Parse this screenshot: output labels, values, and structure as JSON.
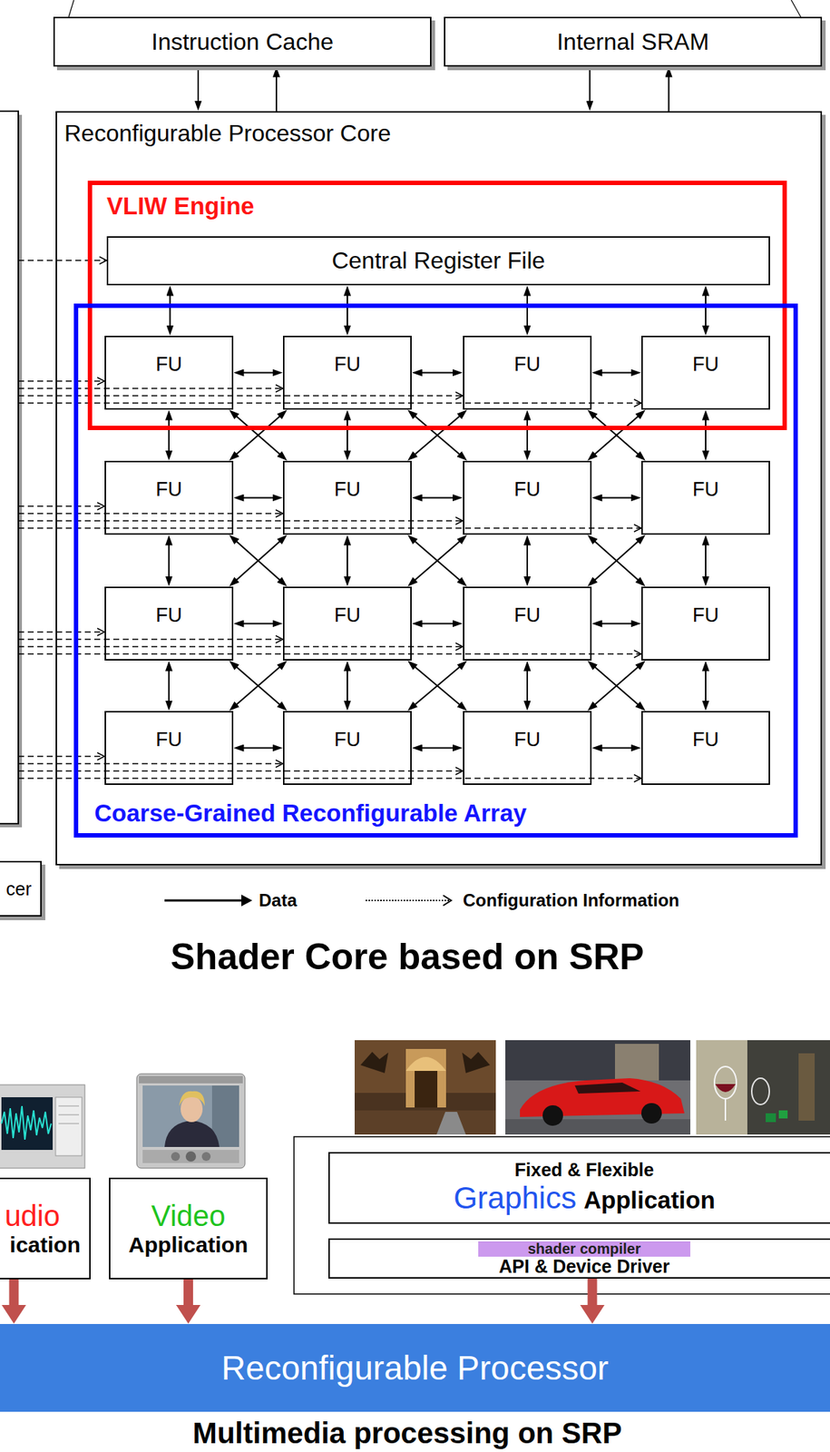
{
  "diagram": {
    "title": "Shader Core based on SRP",
    "caption": "Multimedia processing on SRP",
    "nodes": [
      {
        "text": [
          "Instruction Cache"
        ]
      },
      {
        "text": [
          "Internal SRAM"
        ]
      },
      {
        "text": [
          "Reconfigurable Processor Core"
        ]
      },
      {
        "text": [
          "VLIW Engine"
        ],
        "in": 2
      },
      {
        "text": [
          "Central Register File"
        ],
        "in": 3
      },
      {
        "text": [
          "Coarse-Grained Reconfigurable Array"
        ],
        "in": 2
      },
      {
        "text": [
          "FU"
        ],
        "in": 5
      },
      {
        "text": [
          "FU"
        ],
        "in": 5
      },
      {
        "text": [
          "FU"
        ],
        "in": 5
      },
      {
        "text": [
          "FU"
        ],
        "in": 5
      },
      {
        "text": [
          "FU"
        ],
        "in": 5
      },
      {
        "text": [
          "FU"
        ],
        "in": 5
      },
      {
        "text": [
          "FU"
        ],
        "in": 5
      },
      {
        "text": [
          "FU"
        ],
        "in": 5
      },
      {
        "text": [
          "FU"
        ],
        "in": 5
      },
      {
        "text": [
          "FU"
        ],
        "in": 5
      },
      {
        "text": [
          "FU"
        ],
        "in": 5
      },
      {
        "text": [
          "FU"
        ],
        "in": 5
      },
      {
        "text": [
          "FU"
        ],
        "in": 5
      },
      {
        "text": [
          "FU"
        ],
        "in": 5
      },
      {
        "text": [
          "FU"
        ],
        "in": 5
      },
      {
        "text": [
          "FU"
        ],
        "in": 5
      },
      {
        "text": [
          "cer"
        ]
      },
      {
        "text": [
          "udio",
          "ication"
        ]
      },
      {
        "text": [
          "Video",
          "Application"
        ]
      },
      {
        "text": [
          "Fixed & Flexible",
          "Graphics",
          "Application"
        ]
      },
      {
        "text": [
          "shader compiler",
          "API & Device Driver"
        ]
      },
      {
        "text": [
          "Reconfigurable Processor"
        ]
      }
    ],
    "edges": [
      {
        "from": 0,
        "to": 2,
        "arrow": "to"
      },
      {
        "from": 2,
        "to": 0,
        "arrow": "to"
      },
      {
        "from": 1,
        "to": 2,
        "arrow": "to"
      },
      {
        "from": 2,
        "to": 1,
        "arrow": "to"
      },
      {
        "from": 4,
        "to": 6,
        "arrow": "both"
      },
      {
        "from": 4,
        "to": 7,
        "arrow": "both"
      },
      {
        "from": 4,
        "to": 8,
        "arrow": "both"
      },
      {
        "from": 4,
        "to": 9,
        "arrow": "both"
      },
      {
        "from": 6,
        "to": 7,
        "arrow": "both"
      },
      {
        "from": 7,
        "to": 8,
        "arrow": "both"
      },
      {
        "from": 8,
        "to": 9,
        "arrow": "both"
      },
      {
        "from": 10,
        "to": 11,
        "arrow": "both"
      },
      {
        "from": 11,
        "to": 12,
        "arrow": "both"
      },
      {
        "from": 12,
        "to": 13,
        "arrow": "both"
      },
      {
        "from": 14,
        "to": 15,
        "arrow": "both"
      },
      {
        "from": 15,
        "to": 16,
        "arrow": "both"
      },
      {
        "from": 16,
        "to": 17,
        "arrow": "both"
      },
      {
        "from": 18,
        "to": 19,
        "arrow": "both"
      },
      {
        "from": 19,
        "to": 20,
        "arrow": "both"
      },
      {
        "from": 20,
        "to": 21,
        "arrow": "both"
      },
      {
        "from": 6,
        "to": 10,
        "arrow": "both"
      },
      {
        "from": 7,
        "to": 11,
        "arrow": "both"
      },
      {
        "from": 8,
        "to": 12,
        "arrow": "both"
      },
      {
        "from": 9,
        "to": 13,
        "arrow": "both"
      },
      {
        "from": 10,
        "to": 14,
        "arrow": "both"
      },
      {
        "from": 11,
        "to": 15,
        "arrow": "both"
      },
      {
        "from": 12,
        "to": 16,
        "arrow": "both"
      },
      {
        "from": 13,
        "to": 17,
        "arrow": "both"
      },
      {
        "from": 14,
        "to": 18,
        "arrow": "both"
      },
      {
        "from": 15,
        "to": 19,
        "arrow": "both"
      },
      {
        "from": 16,
        "to": 20,
        "arrow": "both"
      },
      {
        "from": 17,
        "to": 21,
        "arrow": "both"
      },
      {
        "from": 6,
        "to": 11,
        "arrow": "both"
      },
      {
        "from": 7,
        "to": 10,
        "arrow": "both"
      },
      {
        "from": 7,
        "to": 12,
        "arrow": "both"
      },
      {
        "from": 8,
        "to": 11,
        "arrow": "both"
      },
      {
        "from": 8,
        "to": 13,
        "arrow": "both"
      },
      {
        "from": 9,
        "to": 12,
        "arrow": "both"
      },
      {
        "from": 10,
        "to": 15,
        "arrow": "both"
      },
      {
        "from": 11,
        "to": 14,
        "arrow": "both"
      },
      {
        "from": 11,
        "to": 16,
        "arrow": "both"
      },
      {
        "from": 12,
        "to": 15,
        "arrow": "both"
      },
      {
        "from": 12,
        "to": 17,
        "arrow": "both"
      },
      {
        "from": 13,
        "to": 16,
        "arrow": "both"
      },
      {
        "from": 14,
        "to": 19,
        "arrow": "both"
      },
      {
        "from": 15,
        "to": 18,
        "arrow": "both"
      },
      {
        "from": 15,
        "to": 20,
        "arrow": "both"
      },
      {
        "from": 16,
        "to": 19,
        "arrow": "both"
      },
      {
        "from": 16,
        "to": 21,
        "arrow": "both"
      },
      {
        "from": 17,
        "to": 20,
        "arrow": "both"
      },
      {
        "from": 23,
        "to": 27,
        "arrow": "to"
      },
      {
        "from": 24,
        "to": 27,
        "arrow": "to"
      },
      {
        "from": 26,
        "to": 27,
        "arrow": "to"
      }
    ],
    "legend": [
      {
        "text": "Data"
      },
      {
        "text": "Configuration Information"
      }
    ]
  }
}
